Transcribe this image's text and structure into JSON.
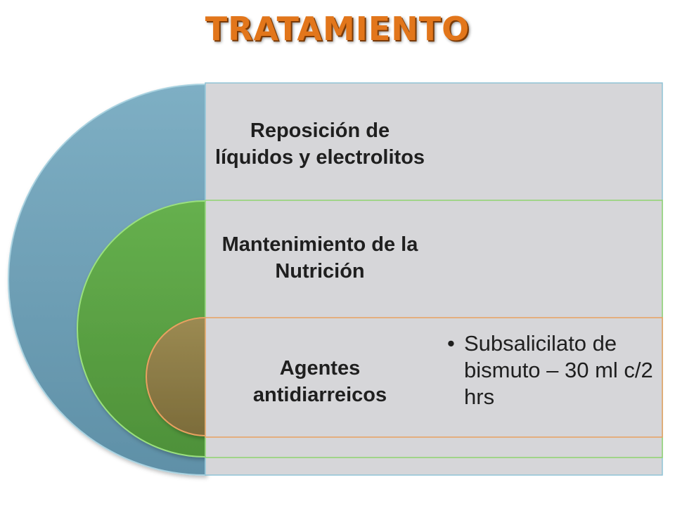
{
  "title": "TRATAMIENTO",
  "levels": [
    {
      "label": "Reposición de líquidos y electrolitos",
      "color": "#6fa1b8",
      "border": "#8fc3d6"
    },
    {
      "label": "Mantenimiento de la Nutrición",
      "color": "#5aa344",
      "border": "#8fd36f"
    },
    {
      "label": "Agentes antidiarreicos",
      "color": "#8a7a45",
      "border": "#e9a061"
    }
  ],
  "details": [
    {
      "level": 2,
      "items": [
        "Subsalicilato de bismuto – 30 ml c/2 hrs"
      ]
    }
  ],
  "colors": {
    "title": "#e2761b",
    "panel": "#d6d6d9"
  }
}
